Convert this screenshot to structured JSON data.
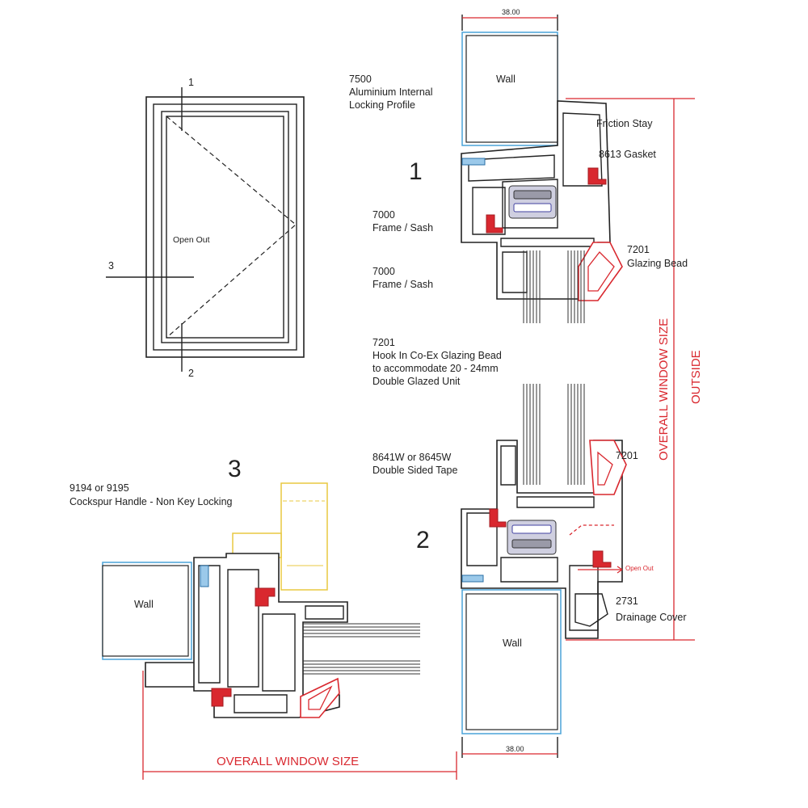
{
  "elevation": {
    "open_label": "Open Out",
    "section_1": "1",
    "section_2": "2",
    "section_3": "3"
  },
  "labels": {
    "aluminium_profile": [
      "7500",
      "Aluminium Internal",
      "Locking Profile"
    ],
    "frame_sash_1": [
      "7000",
      "Frame / Sash"
    ],
    "frame_sash_2": [
      "7000",
      "Frame / Sash"
    ],
    "glazing_bead_hook": [
      "7201",
      "Hook In Co-Ex Glazing Bead",
      "to accommodate 20 - 24mm",
      "Double Glazed Unit"
    ],
    "tape": [
      "8641W or 8645W",
      "Double Sided Tape"
    ],
    "handle": [
      "9194 or 9195",
      "Cockspur Handle - Non Key Locking"
    ],
    "friction_stay": "Friction Stay",
    "gasket": "8613 Gasket",
    "glazing_bead": [
      "7201",
      "Glazing Bead"
    ],
    "bead_7201": "7201",
    "drainage_cover": [
      "2731",
      "Drainage Cover"
    ],
    "open_out_small": "Open Out",
    "wall_top": "Wall",
    "wall_bottom": "Wall",
    "wall_left": "Wall",
    "dim_top": "38.00",
    "dim_bottom": "38.00",
    "overall_vertical": "OVERALL WINDOW SIZE",
    "outside": "OUTSIDE",
    "overall_horizontal": "OVERALL WINDOW SIZE",
    "section_number_1": "1",
    "section_number_2": "2",
    "section_number_3": "3"
  },
  "colors": {
    "dimension_red": "#d9282f",
    "wall_blue": "#4aa3d8",
    "handle_yellow": "#e8c840",
    "gasket_grey": "#9a9aa8"
  }
}
